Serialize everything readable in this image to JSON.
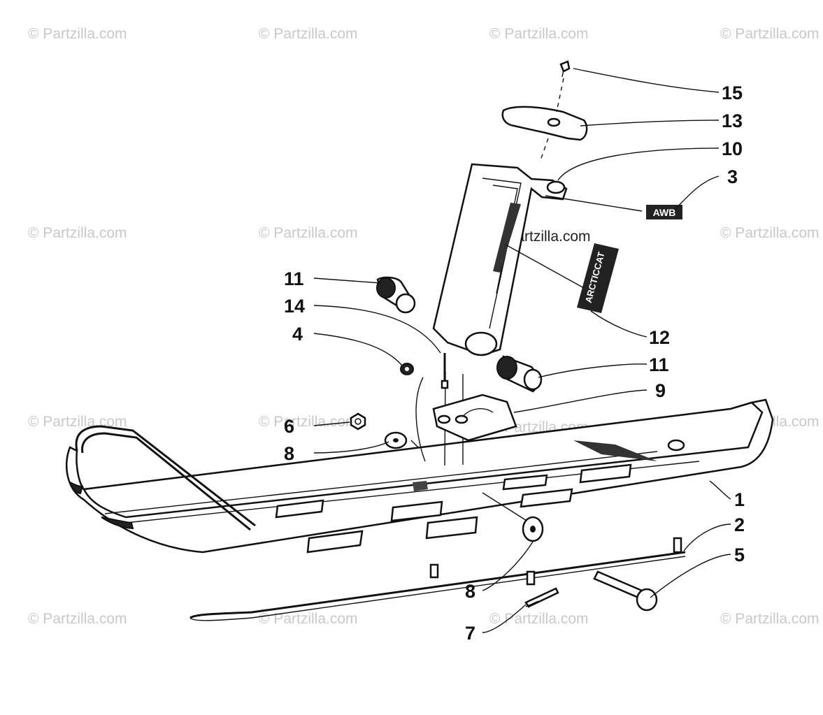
{
  "watermark": "© Partzilla.com",
  "center_watermark": "© Partzilla.com",
  "decals": {
    "awb": "AWB",
    "arctic_cat": "ARCTICCAT"
  },
  "callouts": {
    "c15": "15",
    "c13": "13",
    "c10": "10",
    "c3": "3",
    "c11a": "11",
    "c14": "14",
    "c4": "4",
    "c12": "12",
    "c11b": "11",
    "c9": "9",
    "c6": "6",
    "c8a": "8",
    "c1": "1",
    "c2": "2",
    "c5": "5",
    "c8b": "8",
    "c7": "7"
  }
}
